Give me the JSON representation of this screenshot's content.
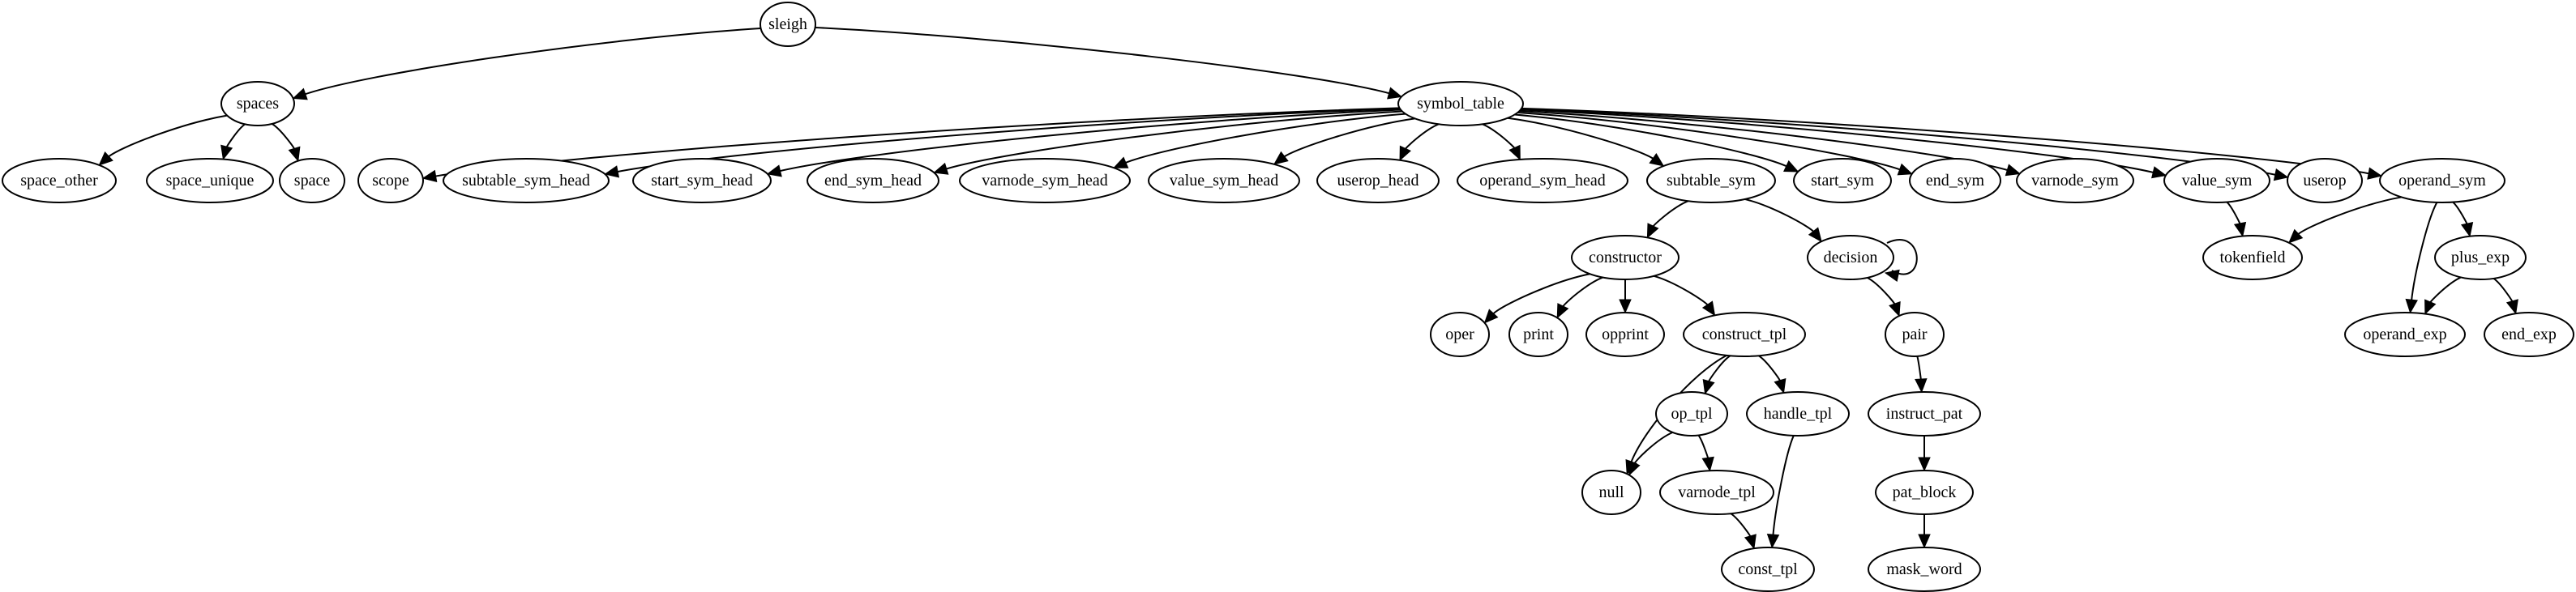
{
  "graph": {
    "type": "directed-tree",
    "colors": {
      "stroke": "#000000",
      "fill": "#ffffff",
      "text": "#000000"
    },
    "nodes": [
      {
        "id": "sleigh",
        "label": "sleigh"
      },
      {
        "id": "spaces",
        "label": "spaces"
      },
      {
        "id": "symbol_table",
        "label": "symbol_table"
      },
      {
        "id": "space_other",
        "label": "space_other"
      },
      {
        "id": "space_unique",
        "label": "space_unique"
      },
      {
        "id": "space",
        "label": "space"
      },
      {
        "id": "scope",
        "label": "scope"
      },
      {
        "id": "subtable_sym_head",
        "label": "subtable_sym_head"
      },
      {
        "id": "start_sym_head",
        "label": "start_sym_head"
      },
      {
        "id": "end_sym_head",
        "label": "end_sym_head"
      },
      {
        "id": "varnode_sym_head",
        "label": "varnode_sym_head"
      },
      {
        "id": "value_sym_head",
        "label": "value_sym_head"
      },
      {
        "id": "userop_head",
        "label": "userop_head"
      },
      {
        "id": "operand_sym_head",
        "label": "operand_sym_head"
      },
      {
        "id": "subtable_sym",
        "label": "subtable_sym"
      },
      {
        "id": "start_sym",
        "label": "start_sym"
      },
      {
        "id": "end_sym",
        "label": "end_sym"
      },
      {
        "id": "varnode_sym",
        "label": "varnode_sym"
      },
      {
        "id": "value_sym",
        "label": "value_sym"
      },
      {
        "id": "userop",
        "label": "userop"
      },
      {
        "id": "operand_sym",
        "label": "operand_sym"
      },
      {
        "id": "constructor",
        "label": "constructor"
      },
      {
        "id": "decision",
        "label": "decision"
      },
      {
        "id": "tokenfield",
        "label": "tokenfield"
      },
      {
        "id": "plus_exp",
        "label": "plus_exp"
      },
      {
        "id": "oper",
        "label": "oper"
      },
      {
        "id": "print",
        "label": "print"
      },
      {
        "id": "opprint",
        "label": "opprint"
      },
      {
        "id": "construct_tpl",
        "label": "construct_tpl"
      },
      {
        "id": "pair",
        "label": "pair"
      },
      {
        "id": "operand_exp",
        "label": "operand_exp"
      },
      {
        "id": "end_exp",
        "label": "end_exp"
      },
      {
        "id": "op_tpl",
        "label": "op_tpl"
      },
      {
        "id": "handle_tpl",
        "label": "handle_tpl"
      },
      {
        "id": "instruct_pat",
        "label": "instruct_pat"
      },
      {
        "id": "null",
        "label": "null"
      },
      {
        "id": "varnode_tpl",
        "label": "varnode_tpl"
      },
      {
        "id": "pat_block",
        "label": "pat_block"
      },
      {
        "id": "const_tpl",
        "label": "const_tpl"
      },
      {
        "id": "mask_word",
        "label": "mask_word"
      }
    ],
    "edges": [
      [
        "sleigh",
        "spaces"
      ],
      [
        "sleigh",
        "symbol_table"
      ],
      [
        "spaces",
        "space_other"
      ],
      [
        "spaces",
        "space_unique"
      ],
      [
        "spaces",
        "space"
      ],
      [
        "symbol_table",
        "scope"
      ],
      [
        "symbol_table",
        "subtable_sym_head"
      ],
      [
        "symbol_table",
        "start_sym_head"
      ],
      [
        "symbol_table",
        "end_sym_head"
      ],
      [
        "symbol_table",
        "varnode_sym_head"
      ],
      [
        "symbol_table",
        "value_sym_head"
      ],
      [
        "symbol_table",
        "userop_head"
      ],
      [
        "symbol_table",
        "operand_sym_head"
      ],
      [
        "symbol_table",
        "subtable_sym"
      ],
      [
        "symbol_table",
        "start_sym"
      ],
      [
        "symbol_table",
        "end_sym"
      ],
      [
        "symbol_table",
        "varnode_sym"
      ],
      [
        "symbol_table",
        "value_sym"
      ],
      [
        "symbol_table",
        "userop"
      ],
      [
        "symbol_table",
        "operand_sym"
      ],
      [
        "subtable_sym",
        "constructor"
      ],
      [
        "subtable_sym",
        "decision"
      ],
      [
        "decision",
        "decision"
      ],
      [
        "decision",
        "pair"
      ],
      [
        "constructor",
        "oper"
      ],
      [
        "constructor",
        "print"
      ],
      [
        "constructor",
        "opprint"
      ],
      [
        "constructor",
        "construct_tpl"
      ],
      [
        "construct_tpl",
        "null"
      ],
      [
        "construct_tpl",
        "op_tpl"
      ],
      [
        "construct_tpl",
        "handle_tpl"
      ],
      [
        "op_tpl",
        "null"
      ],
      [
        "op_tpl",
        "varnode_tpl"
      ],
      [
        "varnode_tpl",
        "const_tpl"
      ],
      [
        "handle_tpl",
        "const_tpl"
      ],
      [
        "pair",
        "instruct_pat"
      ],
      [
        "instruct_pat",
        "pat_block"
      ],
      [
        "pat_block",
        "mask_word"
      ],
      [
        "value_sym",
        "tokenfield"
      ],
      [
        "operand_sym",
        "tokenfield"
      ],
      [
        "operand_sym",
        "operand_exp"
      ],
      [
        "operand_sym",
        "plus_exp"
      ],
      [
        "plus_exp",
        "operand_exp"
      ],
      [
        "plus_exp",
        "end_exp"
      ]
    ]
  }
}
